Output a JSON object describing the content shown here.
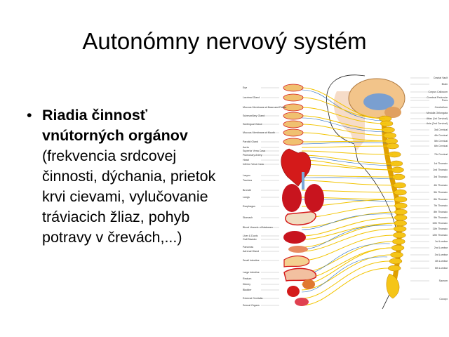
{
  "slide": {
    "title": "Autonómny nervový systém",
    "bullet": {
      "symbol": "•",
      "bold_text": "Riadia činnosť vnútorných orgánov",
      "normal_text": "(frekvencia srdcovej činnosti, dýchania, prietok krvi cievami, vylučovanie tráviacich žliaz, pohyb potravy v črevách,...)"
    }
  },
  "illustration": {
    "organ_labels": [
      "Eye",
      "Lacrimal Gland",
      "Mucous Membrane of Nose and Palate",
      "Submaxillary Gland",
      "Sublingual Gland",
      "Mucous Membrane of Mouth",
      "Parotid Gland",
      "Aorta",
      "Superior Vena Cava",
      "Pulmonary Artery",
      "Heart",
      "Inferior Vena Cava",
      "Larynx",
      "Trachea",
      "Bronchi",
      "Lungs",
      "Esophagus",
      "Stomach",
      "Blood Vessels of Abdomen",
      "Liver & Ducts",
      "Gall Bladder",
      "Pancreas",
      "Adrenal Gland",
      "Small Intestine",
      "Large Intestine",
      "Rectum",
      "Kidney",
      "Bladder",
      "External Genitalia",
      "Sexual Organs"
    ],
    "spine_labels": [
      "Cranial Vault",
      "Brain",
      "Corpus Callosum",
      "Cerebral Peduncle",
      "Pons",
      "Cerebellum",
      "Medulla Oblongata",
      "Atlas (1st Cervical)",
      "Axis (2nd Cervical)",
      "3rd Cervical",
      "4th Cervical",
      "5th Cervical",
      "6th Cervical",
      "7th Cervical",
      "1st Thoracic",
      "2nd Thoracic",
      "3rd Thoracic",
      "4th Thoracic",
      "5th Thoracic",
      "6th Thoracic",
      "7th Thoracic",
      "8th Thoracic",
      "9th Thoracic",
      "10th Thoracic",
      "11th Thoracic",
      "12th Thoracic",
      "1st Lumbar",
      "2nd Lumbar",
      "3rd Lumbar",
      "4th Lumbar",
      "5th Lumbar",
      "Sacrum",
      "Coccyx"
    ],
    "colors": {
      "nerve": "#f2c400",
      "organ": "#d41a1a",
      "vein": "#2a6fc0",
      "bone": "#f5c518"
    }
  }
}
